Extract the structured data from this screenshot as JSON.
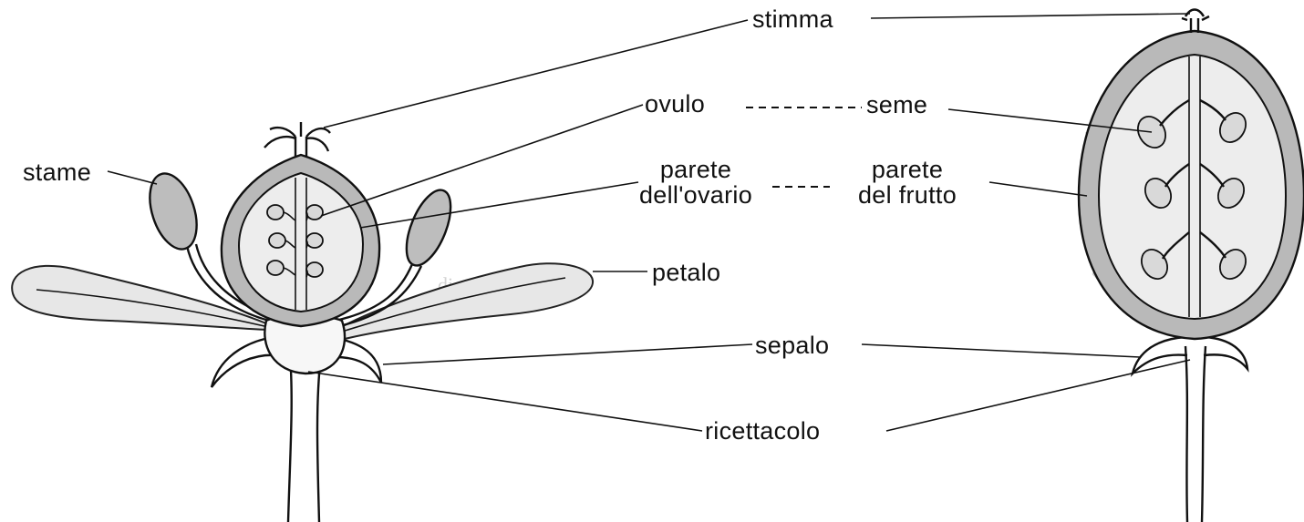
{
  "labels": {
    "stimma": "stimma",
    "ovulo": "ovulo",
    "seme": "seme",
    "stame": "stame",
    "parete_ovario_1": "parete",
    "parete_ovario_2": "dell'ovario",
    "parete_frutto_1": "parete",
    "parete_frutto_2": "del frutto",
    "petalo": "petalo",
    "sepalo": "sepalo",
    "ricettacolo": "ricettacolo"
  }
}
